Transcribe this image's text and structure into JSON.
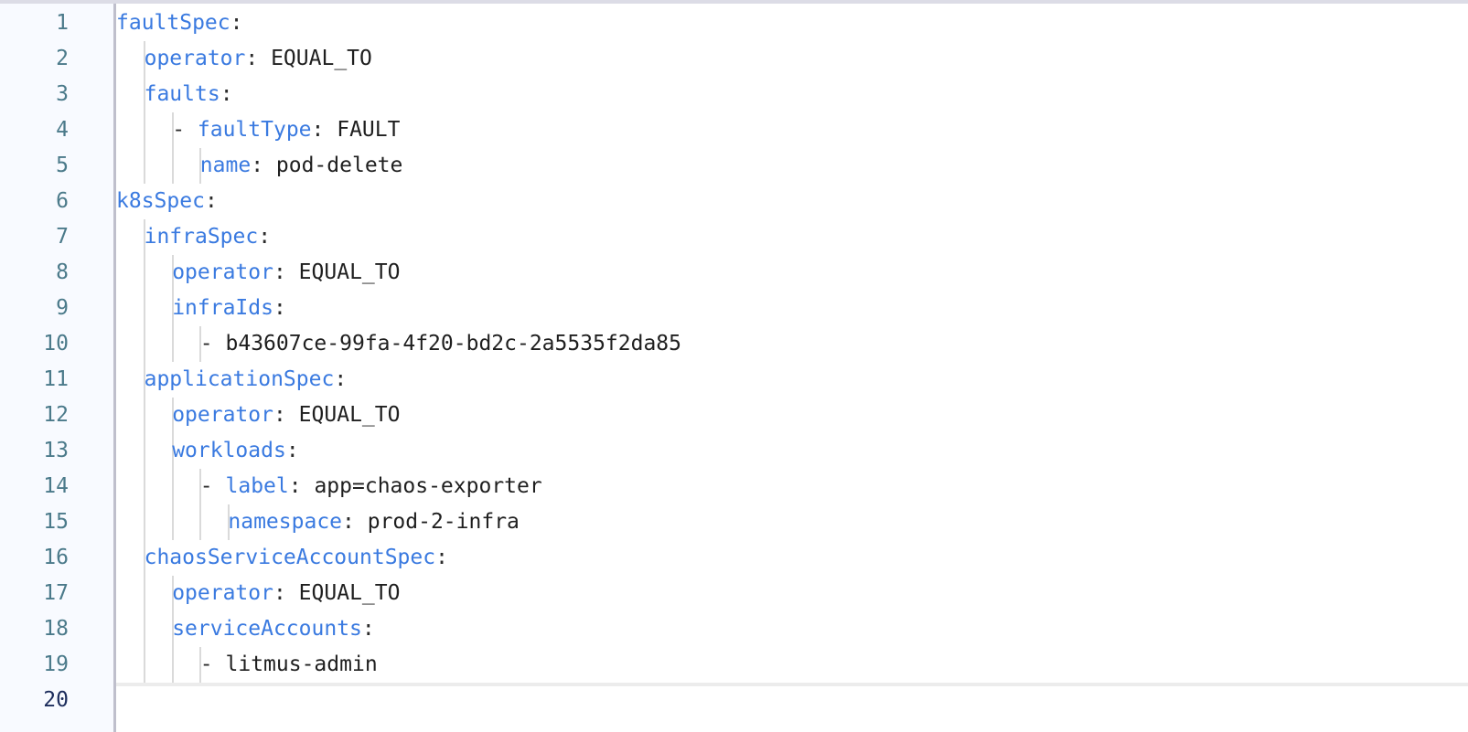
{
  "editor": {
    "language": "yaml",
    "active_line": 20,
    "colors": {
      "key": "#3a7ae0",
      "value": "#1f1f1f",
      "line_number": "#4b7a8a",
      "line_number_active": "#1c2c5c",
      "gutter_bg": "#f8faff"
    },
    "lines": [
      {
        "n": "1",
        "indent": 0,
        "dash": "",
        "key": "faultSpec",
        "sep": ":",
        "value": ""
      },
      {
        "n": "2",
        "indent": 1,
        "dash": "",
        "key": "operator",
        "sep": ":",
        "value": " EQUAL_TO"
      },
      {
        "n": "3",
        "indent": 1,
        "dash": "",
        "key": "faults",
        "sep": ":",
        "value": ""
      },
      {
        "n": "4",
        "indent": 2,
        "dash": "- ",
        "key": "faultType",
        "sep": ":",
        "value": " FAULT"
      },
      {
        "n": "5",
        "indent": 3,
        "dash": "",
        "key": "name",
        "sep": ":",
        "value": " pod-delete"
      },
      {
        "n": "6",
        "indent": 0,
        "dash": "",
        "key": "k8sSpec",
        "sep": ":",
        "value": ""
      },
      {
        "n": "7",
        "indent": 1,
        "dash": "",
        "key": "infraSpec",
        "sep": ":",
        "value": ""
      },
      {
        "n": "8",
        "indent": 2,
        "dash": "",
        "key": "operator",
        "sep": ":",
        "value": " EQUAL_TO"
      },
      {
        "n": "9",
        "indent": 2,
        "dash": "",
        "key": "infraIds",
        "sep": ":",
        "value": ""
      },
      {
        "n": "10",
        "indent": 3,
        "dash": "- ",
        "key": "",
        "sep": "",
        "value": "b43607ce-99fa-4f20-bd2c-2a5535f2da85"
      },
      {
        "n": "11",
        "indent": 1,
        "dash": "",
        "key": "applicationSpec",
        "sep": ":",
        "value": ""
      },
      {
        "n": "12",
        "indent": 2,
        "dash": "",
        "key": "operator",
        "sep": ":",
        "value": " EQUAL_TO"
      },
      {
        "n": "13",
        "indent": 2,
        "dash": "",
        "key": "workloads",
        "sep": ":",
        "value": ""
      },
      {
        "n": "14",
        "indent": 3,
        "dash": "- ",
        "key": "label",
        "sep": ":",
        "value": " app=chaos-exporter"
      },
      {
        "n": "15",
        "indent": 4,
        "dash": "",
        "key": "namespace",
        "sep": ":",
        "value": " prod-2-infra"
      },
      {
        "n": "16",
        "indent": 1,
        "dash": "",
        "key": "chaosServiceAccountSpec",
        "sep": ":",
        "value": ""
      },
      {
        "n": "17",
        "indent": 2,
        "dash": "",
        "key": "operator",
        "sep": ":",
        "value": " EQUAL_TO"
      },
      {
        "n": "18",
        "indent": 2,
        "dash": "",
        "key": "serviceAccounts",
        "sep": ":",
        "value": ""
      },
      {
        "n": "19",
        "indent": 3,
        "dash": "- ",
        "key": "",
        "sep": "",
        "value": "litmus-admin"
      },
      {
        "n": "20",
        "indent": 0,
        "dash": "",
        "key": "",
        "sep": "",
        "value": ""
      }
    ]
  }
}
